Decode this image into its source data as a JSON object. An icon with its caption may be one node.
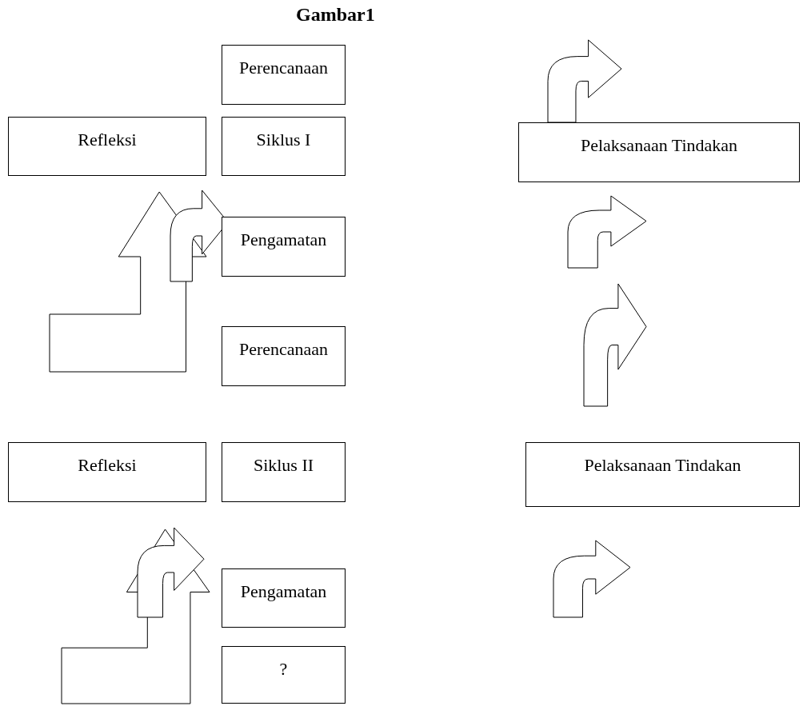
{
  "diagram": {
    "title": "Gambar1",
    "nodes": [
      {
        "text": [
          "Perencanaan"
        ]
      },
      {
        "text": [
          "Refleksi"
        ]
      },
      {
        "text": [
          "Siklus I"
        ]
      },
      {
        "text": [
          "Pelaksanaan Tindakan"
        ]
      },
      {
        "text": [
          "Pengamatan"
        ]
      },
      {
        "text": [
          "Perencanaan"
        ]
      },
      {
        "text": [
          "Refleksi"
        ]
      },
      {
        "text": [
          "Siklus II"
        ]
      },
      {
        "text": [
          "Pelaksanaan Tindakan"
        ]
      },
      {
        "text": [
          "Pengamatan"
        ]
      },
      {
        "text": [
          "?"
        ]
      }
    ]
  }
}
